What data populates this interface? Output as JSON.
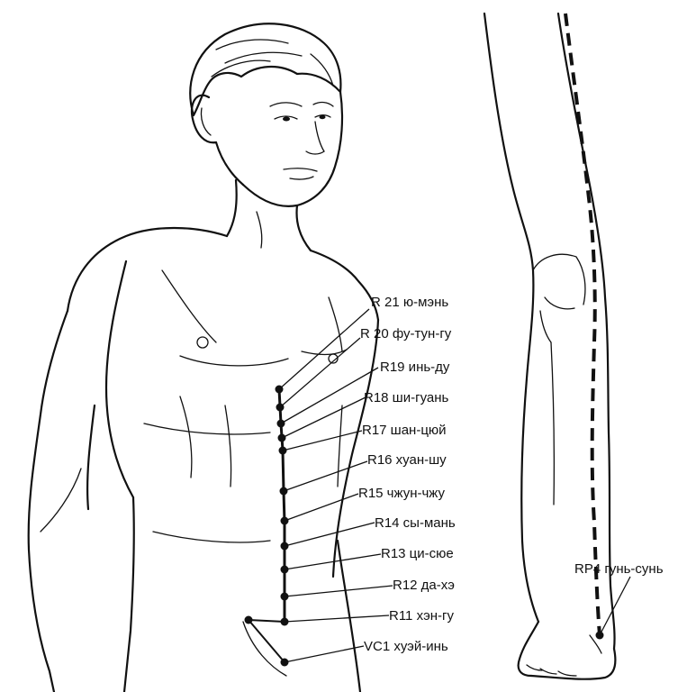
{
  "points": [
    {
      "id": "R21",
      "label": "R 21 ю-мэнь"
    },
    {
      "id": "R20",
      "label": "R 20 фу-тун-гу"
    },
    {
      "id": "R19",
      "label": "R19 инь-ду"
    },
    {
      "id": "R18",
      "label": "R18 ши-гуань"
    },
    {
      "id": "R17",
      "label": "R17 шан-цюй"
    },
    {
      "id": "R16",
      "label": "R16 хуан-шу"
    },
    {
      "id": "R15",
      "label": "R15 чжун-чжу"
    },
    {
      "id": "R14",
      "label": "R14 сы-мань"
    },
    {
      "id": "R13",
      "label": "R13 ци-сюе"
    },
    {
      "id": "R12",
      "label": "R12 да-хэ"
    },
    {
      "id": "R11",
      "label": "R11 хэн-гу"
    },
    {
      "id": "VC1",
      "label": "VC1 хуэй-инь"
    },
    {
      "id": "RP4",
      "label": "RP4 гунь-сунь"
    }
  ]
}
